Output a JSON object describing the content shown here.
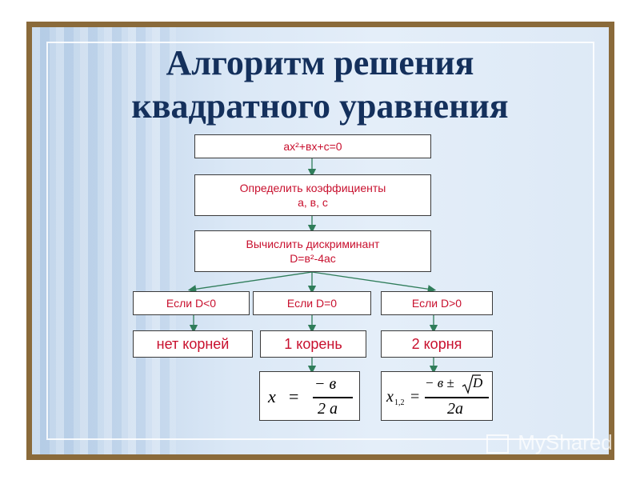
{
  "title_line1": "Алгоритм решения",
  "title_line2": "квадратного уравнения",
  "steps": {
    "equation": "ax²+вx+c=0",
    "coefficients_line1": "Определить коэффициенты",
    "coefficients_line2": "a, в, c",
    "discriminant_line1": "Вычислить дискриминант",
    "discriminant_line2": "D=в²-4ac"
  },
  "branches": [
    {
      "condition": "Если D<0",
      "result": "нет корней"
    },
    {
      "condition": "Если D=0",
      "result": "1 корень"
    },
    {
      "condition": "Если D>0",
      "result": "2 корня"
    }
  ],
  "formula_one_root": {
    "lhs": "x",
    "eq": "=",
    "num": "− в",
    "den": "2 a"
  },
  "formula_two_roots": {
    "lhs": "x",
    "sub": "1,2",
    "eq": "=",
    "num_pre": "− в ±",
    "radicand": "D",
    "den": "2a"
  },
  "watermark": "MyShared",
  "colors": {
    "title": "#14305c",
    "box_text": "#c8102e",
    "arrow": "#2f7d5a"
  }
}
